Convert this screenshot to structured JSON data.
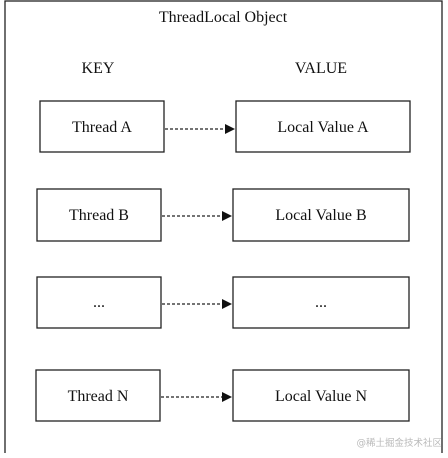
{
  "diagram": {
    "title": "ThreadLocal Object",
    "key_header": "KEY",
    "value_header": "VALUE",
    "rows": [
      {
        "key": "Thread A",
        "value": "Local Value A"
      },
      {
        "key": "Thread B",
        "value": "Local Value B"
      },
      {
        "key": "...",
        "value": "..."
      },
      {
        "key": "Thread N",
        "value": "Local Value N"
      }
    ]
  },
  "watermark": "@稀土掘金技术社区"
}
